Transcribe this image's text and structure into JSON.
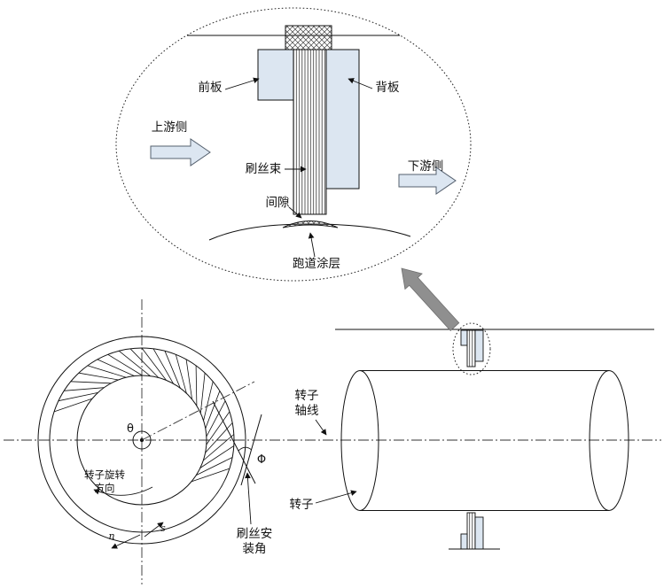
{
  "detail_view": {
    "front_plate_label": "前板",
    "back_plate_label": "背板",
    "upstream_label": "上游侧",
    "bristle_label": "刷丝束",
    "downstream_label": "下游侧",
    "clearance_label": "间隙",
    "coating_label": "跑道涂层"
  },
  "front_view": {
    "theta_label": "θ",
    "rotation_label_line1": "转子旋转",
    "rotation_label_line2": "方向",
    "phi_label": "Φ",
    "s_label": "s",
    "n_label": "n",
    "install_angle_line1": "刷丝安",
    "install_angle_line2": "装角"
  },
  "side_view": {
    "axis_label_line1": "转子",
    "axis_label_line2": "轴线",
    "rotor_label": "转子"
  },
  "colors": {
    "plate_fill": "#dce6f1",
    "flow_arrow_fill": "#dce6f1",
    "zoom_arrow_fill": "#8f8f8f",
    "line": "#111111",
    "background": "#ffffff"
  }
}
